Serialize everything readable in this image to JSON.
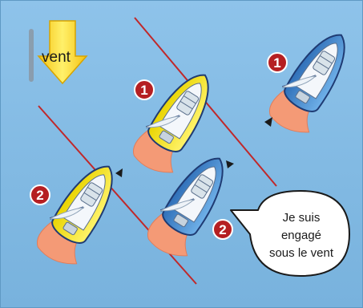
{
  "wind": {
    "label": "vent"
  },
  "callout": {
    "lines": [
      "Je suis",
      "engagé",
      "sous le vent"
    ]
  },
  "badges": [
    "1",
    "1",
    "2",
    "2"
  ],
  "colors": {
    "background": "#7fb8e2",
    "mark_line": "#c0282a",
    "badge": "#b51f22",
    "hull_yellow": "#f2e218",
    "hull_blue": "#3a82c8",
    "wake": "#f49a76",
    "wind_arrow": "#f7d426",
    "sail": "#d9e3ea"
  }
}
